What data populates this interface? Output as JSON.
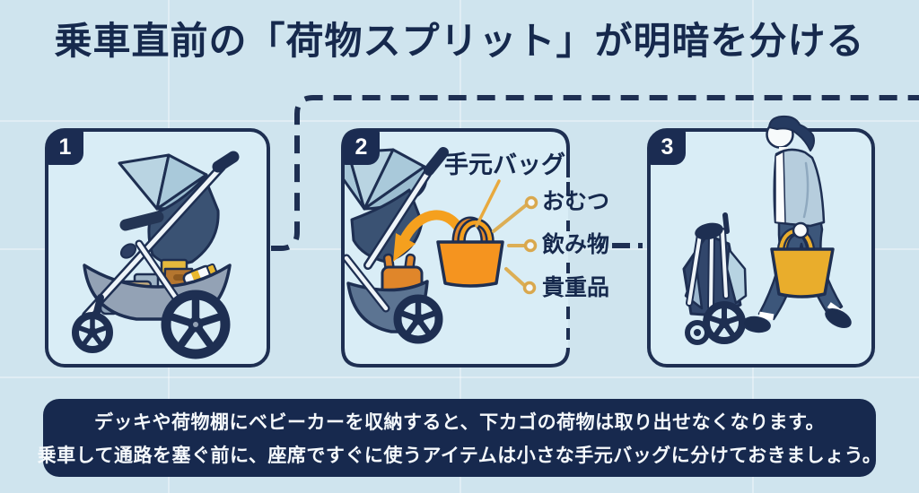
{
  "title": "乗車直前の「荷物スプリット」が明暗を分ける",
  "steps": [
    {
      "number": "1"
    },
    {
      "number": "2"
    },
    {
      "number": "3"
    }
  ],
  "hand_bag": {
    "label": "手元バッグ",
    "items": [
      "おむつ",
      "飲み物",
      "貴重品"
    ]
  },
  "footer": {
    "line1": "デッキや荷物棚にベビーカーを収納すると、下カゴの荷物は取り出せなくなります。",
    "line2": "乗車して通路を塞ぐ前に、座席ですぐに使うアイテムは小さな手元バッグに分けておきましょう。"
  },
  "colors": {
    "background": "#cfe4ee",
    "panel": "#d9edf6",
    "navy": "#1e2f52",
    "banner": "#17294e",
    "orange": "#f5941f",
    "gold": "#dcae55",
    "yellow_bag": "#e9ad2c"
  }
}
